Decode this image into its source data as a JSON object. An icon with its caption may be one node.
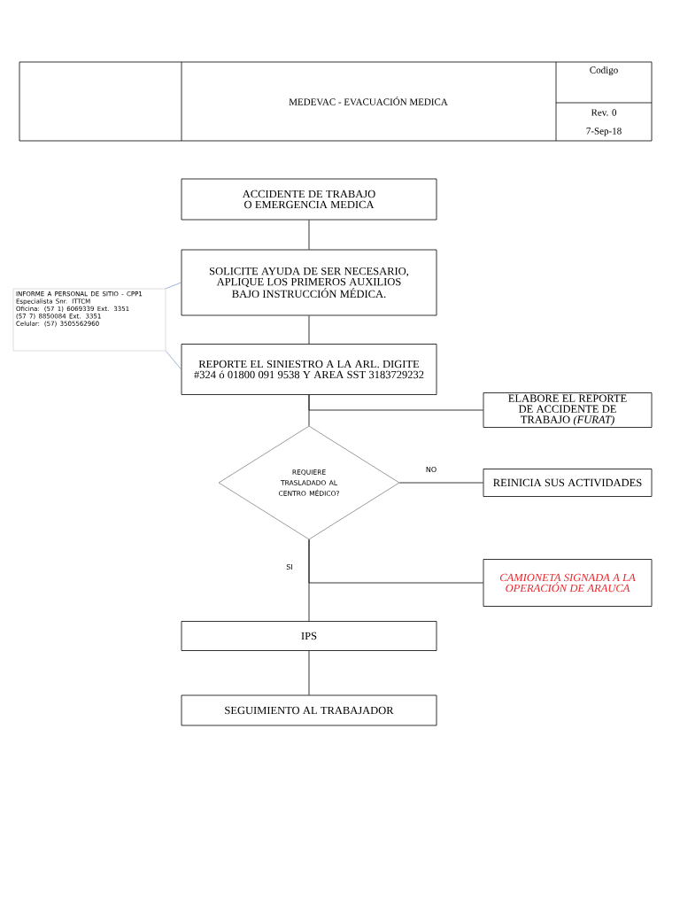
{
  "diagram": {
    "title": "MEDEVAC - EVACUACIÓN MEDICA",
    "nodes": [
      {
        "text": [
          "ACCIDENTE DE TRABAJO O EMERGENCIA MEDICA"
        ]
      },
      {
        "text": [
          "SOLICITE AYUDA DE SER NECESARIO, APLIQUE LOS PRIMEROS AUXILIOS BAJO INSTRUCCIÓN MÉDICA."
        ]
      },
      {
        "text": [
          "INFORME A PERSONAL DE SITIO - CPP1",
          "Especialista Snr. ITTCM",
          "Oficina: (57 1) 6069339 Ext. 3351",
          "(57 7) 8850084 Ext. 3351",
          "Celular: (57) 3505562960"
        ]
      },
      {
        "text": [
          "REPORTE EL SINIESTRO A LA ARL. DIGITE #324 ó 01800 091 9538 Y AREA SST 3183729232"
        ]
      },
      {
        "text": [
          "ELABORE EL REPORTE DE ACCIDENTE DE TRABAJO *(FURAT)*"
        ]
      },
      {
        "text": [
          "REQUIERE TRASLADADO AL CENTRO MÉDICO?"
        ]
      },
      {
        "text": [
          "REINICIA SUS ACTIVIDADES"
        ]
      },
      {
        "text": [
          "CAMIONETA SIGNADA A LA OPERACIÓN DE ARAUCA"
        ]
      },
      {
        "text": [
          "IPS"
        ]
      },
      {
        "text": [
          "SEGUIMIENTO AL TRABAJADOR"
        ]
      }
    ],
    "edges": [
      {
        "from": 0,
        "to": 1,
        "arrow": "none"
      },
      {
        "from": 1,
        "to": 3,
        "arrow": "none"
      },
      {
        "from": 2,
        "to": 1,
        "arrow": "none",
        "color": "#5b7fbf"
      },
      {
        "from": 2,
        "to": 3,
        "arrow": "none",
        "color": "#5b7fbf"
      },
      {
        "from": 3,
        "to": 4,
        "arrow": "none"
      },
      {
        "from": 3,
        "to": 5,
        "arrow": "none"
      },
      {
        "from": 5,
        "to": 6,
        "arrow": "none",
        "label": "NO"
      },
      {
        "from": 5,
        "to": 7,
        "arrow": "none"
      },
      {
        "from": 5,
        "to": 8,
        "arrow": "none",
        "label": "SI"
      },
      {
        "from": 8,
        "to": 9,
        "arrow": "none"
      }
    ],
    "labels": [
      "Codigo",
      "Rev. 0",
      "7-Sep-18"
    ]
  }
}
